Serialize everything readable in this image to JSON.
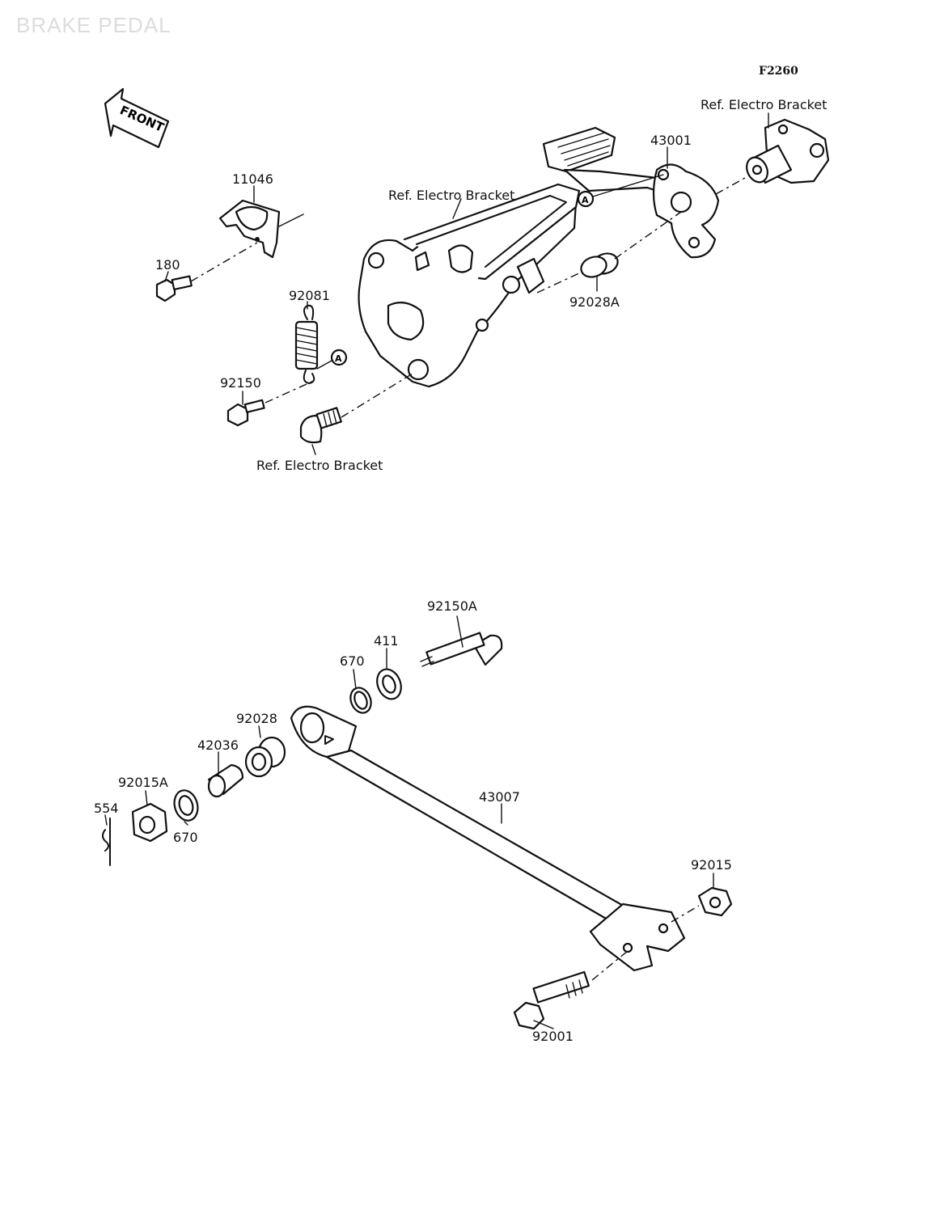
{
  "watermark": "BRAKE PEDAL",
  "figure_code": "F2260",
  "direction_label": "FRONT",
  "ref_marker": "A",
  "part_labels": {
    "ref_bracket_top_right": "Ref. Electro Bracket",
    "ref_bracket_middle": "Ref. Electro Bracket",
    "ref_bracket_bottom": "Ref. Electro Bracket",
    "p43001": "43001",
    "p11046": "11046",
    "p180": "180",
    "p92081": "92081",
    "p92150": "92150",
    "p92028A": "92028A",
    "p92150A": "92150A",
    "p411": "411",
    "p670_upper": "670",
    "p92028": "92028",
    "p42036": "42036",
    "p92015A": "92015A",
    "p554": "554",
    "p670_lower": "670",
    "p43007": "43007",
    "p92015": "92015",
    "p92001": "92001"
  }
}
